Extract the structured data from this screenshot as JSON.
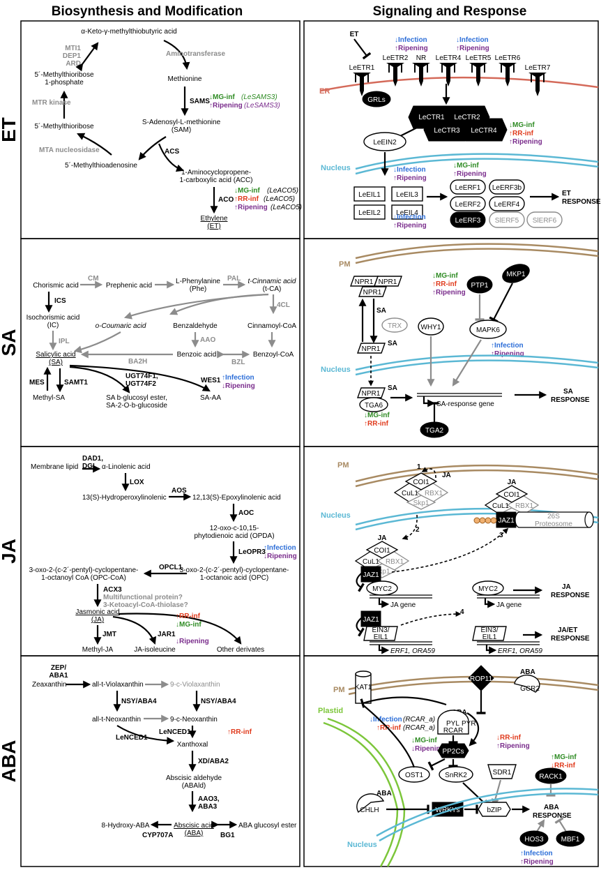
{
  "headers": {
    "left": "Biosynthesis and Modification",
    "right": "Signaling and Response"
  },
  "rows": [
    "ET",
    "SA",
    "JA",
    "ABA"
  ],
  "et_bio": {
    "akmtb": "α-Keto-γ-methylthiobutyric acid",
    "mti1": "MTI1",
    "dep1": "DEP1",
    "ard": "ARD",
    "aminotransferase": "Aminotransferase",
    "mtr1p_1": "5´-Methylthioribose",
    "mtr1p_2": "1-phosphate",
    "methionine": "Methionine",
    "sams": "SAMS",
    "mg_inf_sams": "MG-inf",
    "lesams3_a": "(LeSAMS3)",
    "ripening_sams": "Ripening",
    "lesams3_b": "(LeSAMS3)",
    "mtr_kinase": "MTR kinase",
    "sam_1": "S-Adenosyl-L-methionine",
    "sam_2": "(SAM)",
    "mtr": "5´-Methylthioribose",
    "mta_nucleosidase": "MTA nucleosidase",
    "acs": "ACS",
    "mta": "5´-Methylthioadenosine",
    "acc_1": "1-Aminocyclopropene-",
    "acc_2": "1-carboxylic acid (ACC)",
    "aco": "ACO",
    "mg_inf_aco": "MG-inf",
    "leaco5_a": "(LeACO5)",
    "rr_inf_aco": "RR-inf",
    "leaco5_b": "(LeACO5)",
    "ripening_aco": "Ripening",
    "leaco5_c": "(LeACO5)",
    "ethylene_1": "Ethylene",
    "ethylene_2": "(ET)"
  },
  "et_sig": {
    "et": "ET",
    "receptors": [
      "LeETR1",
      "LeETR2",
      "NR",
      "LeETR4",
      "LeETR5",
      "LeETR6",
      "LeETR7"
    ],
    "infection_1": "Infection",
    "ripening_1": "Ripening",
    "infection_2": "Infection",
    "ripening_2": "Ripening",
    "er": "ER",
    "grls": "GRLs",
    "ctr": [
      "LeCTR1",
      "LeCTR2",
      "LeCTR3",
      "LeCTR4"
    ],
    "mg_inf_ctr": "MG-inf",
    "rr_inf_ctr": "RR-inf",
    "ripening_ctr": "Ripening",
    "ein2": "LeEIN2",
    "nucleus": "Nucleus",
    "infection_3": "Infection",
    "ripening_3": "Ripening",
    "mg_inf_erf": "MG-inf",
    "ripening_erf": "Ripening",
    "eil": [
      "LeEIL1",
      "LeEIL3",
      "LeEIL2",
      "LeEIL4"
    ],
    "erf": [
      "LeERF1",
      "LeERF3b",
      "LeERF2",
      "LeERF4"
    ],
    "erf3": "LeERF3",
    "slerf5": "SlERF5",
    "slerf6": "SlERF6",
    "infection_4": "Infection",
    "ripening_4": "Ripening",
    "response_1": "ET",
    "response_2": "RESPONSE"
  },
  "sa_bio": {
    "chorismic": "Chorismic acid",
    "cm": "CM",
    "prephenic": "Prephenic acid",
    "phe_1": "L-Phenylanine",
    "phe_2": "(Phe)",
    "pal": "PAL",
    "tca_1": "t-Cinnamic acid",
    "tca_2": "(t-CA)",
    "ics": "ICS",
    "ic_1": "Isochorismic acid",
    "ic_2": "(IC)",
    "fourcl": "4CL",
    "ocoumaric": "o-Coumaric acid",
    "benzaldehyde": "Benzaldehyde",
    "cinnamoyl": "Cinnamoyl-CoA",
    "ipl": "IPL",
    "aao": "AAO",
    "sa_1": "Salicylic acid",
    "sa_2": "(SA)",
    "ba2h": "BA2H",
    "benzoic": "Benzoic acid",
    "bzl": "BZL",
    "benzoyl": "Benzoyl-CoA",
    "mes": "MES",
    "samt1": "SAMT1",
    "ugt_1": "UGT74F1,",
    "ugt_2": "UGT74F2",
    "wes1": "WES1",
    "infection": "Infection",
    "ripening": "Ripening",
    "methylsa": "Methyl-SA",
    "glu_1": "SA b-glucosyl ester,",
    "glu_2": "SA-2-O-b-glucoside",
    "saaa": "SA-AA"
  },
  "sa_sig": {
    "pm": "PM",
    "npr1": "NPR1",
    "sa": "SA",
    "trx": "TRX",
    "mg_inf": "MG-inf",
    "rr_inf": "RR-inf",
    "ripening": "Ripening",
    "ptp1": "PTP1",
    "mkp1": "MKP1",
    "why1": "WHY1",
    "mapk6": "MAPK6",
    "infection_m": "Infection",
    "ripening_m": "Ripening",
    "nucleus": "Nucleus",
    "tga6": "TGA6",
    "sa_gene": "SA-response gene",
    "mg_inf_t": "MG-inf",
    "rr_inf_t": "RR-inf",
    "tga2": "TGA2",
    "response_1": "SA",
    "response_2": "RESPONSE"
  },
  "ja_bio": {
    "dad1_1": "DAD1,",
    "dad1_2": "DGL",
    "membrane": "Membrane lipid",
    "linolenic": "α-Linolenic acid",
    "lox": "LOX",
    "hpot": "13(S)-Hydroperoxylinolenic",
    "aos": "AOS",
    "eot": "12,13(S)-Epoxylinolenic acid",
    "aoc": "AOC",
    "opda_1": "12-oxo-c-10,15-",
    "opda_2": "phytodienoic acid (OPDA)",
    "leopr3": "LeOPR3",
    "infection": "Infection",
    "ripening": "Ripening",
    "opcl1": "OPCL1",
    "opccoa_1": "3-oxo-2-(c-2´-pentyl)-cyclopentane-",
    "opccoa_2": "1-octanoyl CoA (OPC-CoA)",
    "opc_1": "3-oxo-2-(c-2´-pentyl)-cyclopentane-",
    "opc_2": "1-octanoic acid (OPC)",
    "acx3": "ACX3",
    "mfp": "Multifunctional protein?",
    "kat": "3-Ketoacyl-CoA-thiolase?",
    "ja_1": "Jasmonic acid",
    "ja_2": "(JA)",
    "jmt": "JMT",
    "jar1": "JAR1",
    "rr_inf": "RR-inf",
    "mg_inf": "MG-inf",
    "ripening_j": "Ripening",
    "methylja": "Methyl-JA",
    "jaile": "JA-isoleucine",
    "other": "Other derivates"
  },
  "ja_sig": {
    "pm": "PM",
    "n1": "1",
    "ja": "JA",
    "coi1": "COI1",
    "cul1": "CuL1",
    "rbx1": "RBX1",
    "skp1": "Skp1",
    "nucleus": "Nucleus",
    "n2": "2",
    "n3": "3",
    "n4": "4",
    "jaz1": "JAZ1",
    "proteosome_1": "26S",
    "proteosome_2": "Proteosome",
    "myc2": "MYC2",
    "ja_gene": "JA gene",
    "ein3_1": "EIN3/",
    "ein3_2": "EIL1",
    "erf1": "ERF1, ORA59",
    "resp_ja_1": "JA",
    "resp_ja_2": "RESPONSE",
    "resp_jaet_1": "JA/ET",
    "resp_jaet_2": "RESPONSE"
  },
  "aba_bio": {
    "zep_1": "ZEP/",
    "zep_2": "ABA1",
    "zeaxanthin": "Zeaxanthin",
    "atv": "all-t-Violaxanthin",
    "cv": "9-c-Violaxanthin",
    "nsy1": "NSY/ABA4",
    "nsy2": "NSY/ABA4",
    "atn": "all-t-Neoxanthin",
    "cn": "9-c-Neoxanthin",
    "lenced1_a": "LeNCED1",
    "lenced1_b": "LeNCED1",
    "rr_inf": "RR-inf",
    "xanthoxal": "Xanthoxal",
    "xd": "XD/ABA2",
    "abald_1": "Abscisic aldehyde",
    "abald_2": "(ABAld)",
    "aao3_1": "AAO3,",
    "aao3_2": "ABA3",
    "hydroxy": "8-Hydroxy-ABA",
    "aba_1": "Abscisic acid",
    "aba_2": "(ABA)",
    "glucosyl": "ABA glucosyl ester",
    "cyp": "CYP707A",
    "bg1": "BG1"
  },
  "aba_sig": {
    "pm": "PM",
    "kat1": "KAT1",
    "rop11": "ROP11",
    "aba": "ABA",
    "gcr2": "GCR2",
    "infection": "Infection",
    "rcar_a": "(RCAR_a)",
    "rr_inf": "RR-inf",
    "rcar_b": "(RCAR_a)",
    "pyl": "PYL",
    "pyr": "PYR",
    "rcar": "RCAR",
    "mg_inf": "MG-inf",
    "ripening": "Ripening",
    "pp2cs": "PP2Cs",
    "plastid": "Plastid",
    "rr_inf_s": "RR-inf",
    "ripening_s": "Ripening",
    "mg_inf_r": "MG-inf",
    "rr_inf_r": "RR-inf",
    "rack1": "RACK1",
    "ost1": "OST1",
    "snrk2": "SnRK2",
    "sdr1": "SDR1",
    "chlh": "CHLH",
    "wrkys": "WRKYs",
    "bzip": "bZIP",
    "response_1": "ABA",
    "response_2": "RESPONSE",
    "nucleus": "Nucleus",
    "hos3": "HOS3",
    "mbf1": "MBF1",
    "infection_h": "Infection",
    "ripening_h": "Ripening"
  },
  "colors": {
    "infection": "#2e6fd8",
    "ripening": "#7a2d8c",
    "mg_inf": "#2e8b23",
    "rr_inf": "#e03a1c",
    "er": "#d46a5a",
    "nucleus": "#5bb8d4",
    "pm": "#a88a62",
    "plastid": "#7cc63a",
    "grey": "#8c8c8c"
  }
}
